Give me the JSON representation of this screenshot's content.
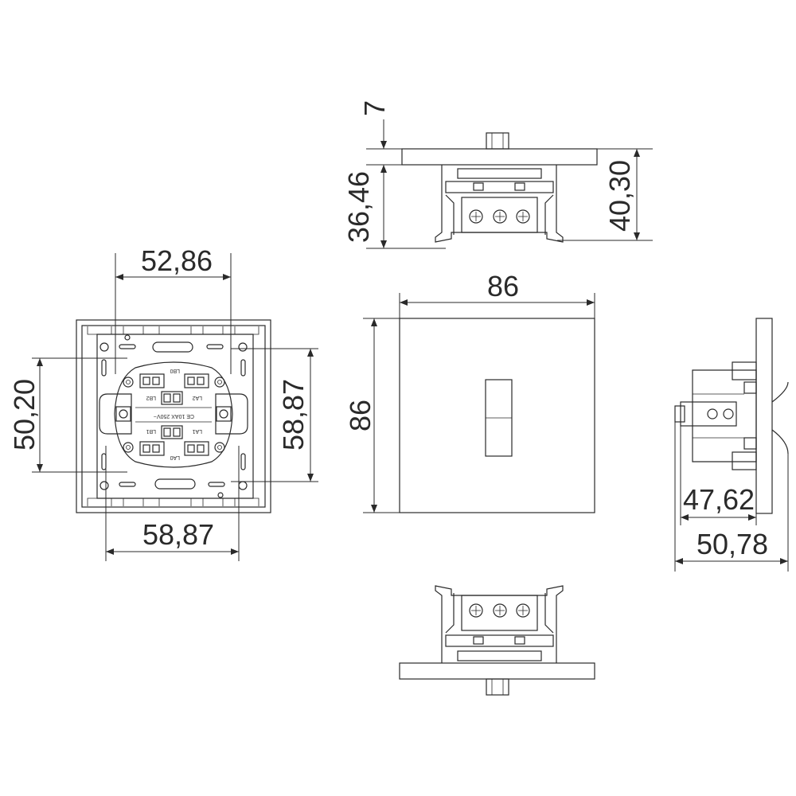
{
  "dimensions": {
    "rear_inner_width": "52,86",
    "rear_left_height": "50,20",
    "rear_right_height": "58,87",
    "rear_bottom_width": "58,87",
    "front_width": "86",
    "front_height": "86",
    "top_plate": "7",
    "top_left_depth": "36,46",
    "top_right_depth": "40,30",
    "side_depth_inner": "47,62",
    "side_depth_outer": "50,78"
  },
  "mechanism_labels": {
    "lb0": "LB0",
    "lb2": "LB2",
    "la2": "LA2",
    "rating": "CE  10AX 250V~",
    "lb1": "LB1",
    "la1": "LA1",
    "la0": "LA0"
  }
}
